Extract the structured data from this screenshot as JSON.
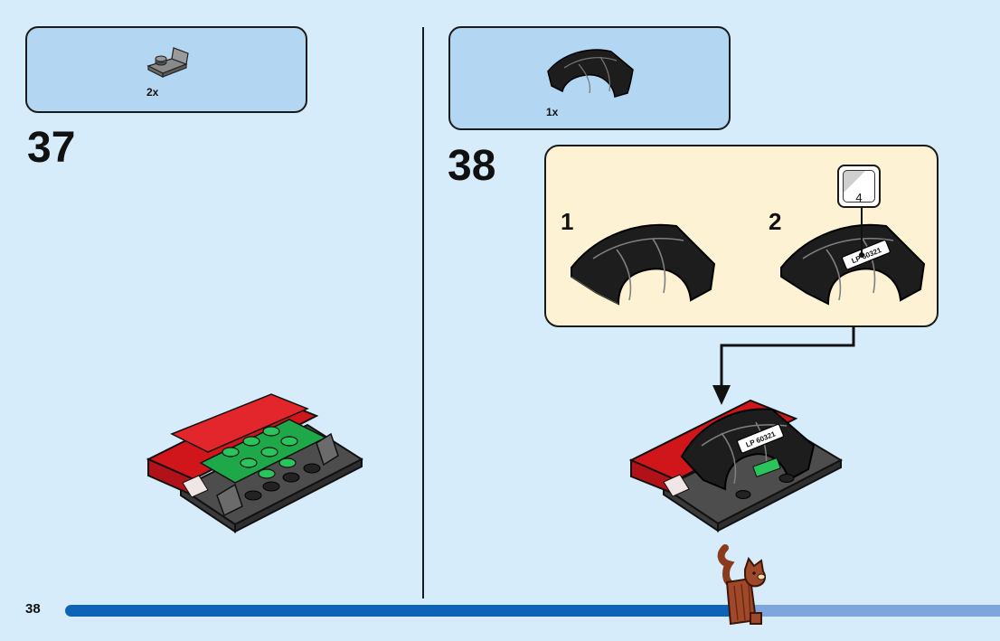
{
  "page_number": "38",
  "progress": {
    "fraction": 0.72
  },
  "steps": [
    {
      "number": "37",
      "parts": [
        {
          "name": "dark-gray-bracket-plate",
          "quantity": "2x"
        }
      ]
    },
    {
      "number": "38",
      "parts": [
        {
          "name": "black-curved-slope",
          "quantity": "1x"
        }
      ],
      "substeps": [
        {
          "number": "1"
        },
        {
          "number": "2",
          "sticker": {
            "count": "4",
            "label": "LP 60321"
          }
        }
      ],
      "model_sticker_label": "LP 60321"
    }
  ],
  "colors": {
    "background": "#d7ecfb",
    "parts_box": "#b3d6f2",
    "substep_panel": "#fdf3d4",
    "progress_fill": "#0d63b8",
    "progress_track": "#7fa6dc"
  }
}
